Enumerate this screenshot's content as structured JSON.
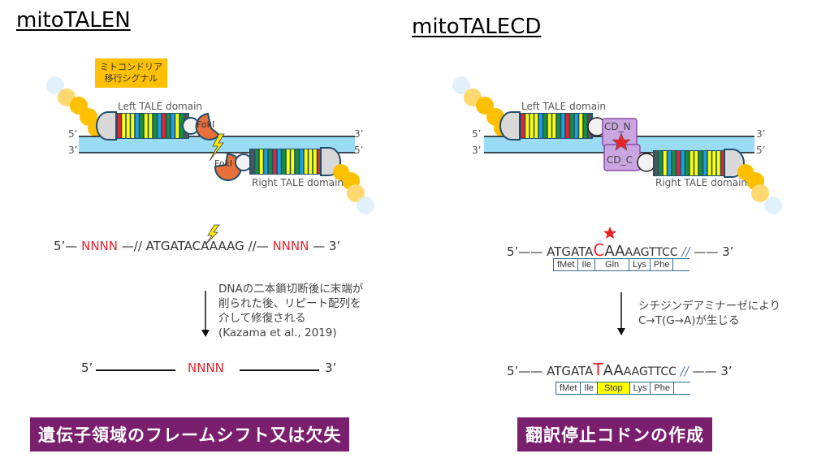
{
  "left_panel": {
    "title": "mitoTALEN",
    "callout": [
      "ミトコンドリア",
      "移行シグナル"
    ],
    "left_tale_label": "Left TALE domain",
    "right_tale_label": "Right TALE domain",
    "nuclease_label": "FokI",
    "strand_labels": {
      "top_left": "5’",
      "top_right": "3’",
      "bottom_left": "3’",
      "bottom_right": "5’"
    },
    "sequence_before": {
      "prefix": "5’—",
      "n1": "NNNN",
      "mid_left": "—//",
      "core_left": "ATGAT",
      "core_right": "ACAAAAG",
      "mid_right": "//—",
      "n2": "NNNN",
      "suffix": "— 3’"
    },
    "arrow_note": [
      "DNAの二本鎖切断後に末端が",
      "削られた後、リピート配列を",
      "介して修復される",
      "(Kazama et al., 2019)"
    ],
    "sequence_after": {
      "prefix": "5’",
      "n": "NNNN",
      "suffix": "3’"
    },
    "banner": "遺伝子領域のフレームシフト又は欠失"
  },
  "right_panel": {
    "title": "mitoTALECD",
    "left_tale_label": "Left TALE domain",
    "right_tale_label": "Right TALE domain",
    "cd_n_label": "CD_N",
    "cd_c_label": "CD_C",
    "strand_labels": {
      "top_left": "5’",
      "top_right": "3’",
      "bottom_left": "3’",
      "bottom_right": "5’"
    },
    "sequence_before": {
      "prefix": "5’——",
      "pre": "ATGATA",
      "mut": "C",
      "post": "AA",
      "tail": "AAGTTCC",
      "break": "//",
      "suffix": "—— 3’"
    },
    "codons_before": [
      "fMet",
      "Ile",
      "Gln",
      "Lys",
      "Phe"
    ],
    "arrow_note": [
      "シチジンデアミナーゼにより",
      "C→T(G→A)が生じる"
    ],
    "sequence_after": {
      "prefix": "5’——",
      "pre": "ATGATA",
      "mut": "T",
      "post": "AA",
      "tail": "AAGTTCC",
      "break": "//",
      "suffix": "—— 3’"
    },
    "codons_after": [
      "fMet",
      "Ile",
      "Stop",
      "Lys",
      "Phe"
    ],
    "banner": "翻訳停止コドンの作成"
  },
  "colors": {
    "dna_band": "#9adcf5",
    "signal_beads": "#ffc000",
    "fokI": "#e8703a",
    "cd_domain": "#c9a6e0",
    "banner": "#7a1f6e",
    "mutation": "#e8242b",
    "stop_highlight": "#ffff00",
    "repeat_colors": [
      "#e8242b",
      "#ffff00",
      "#ffff00",
      "#ffff00",
      "#1fa0dc",
      "#1a8f3c",
      "#ffff00",
      "#ffff00",
      "#1a8f3c",
      "#1fa0dc",
      "#e8242b",
      "#1a8f3c",
      "#1fa0dc",
      "#ffff00",
      "#1a8f3c",
      "#555555"
    ]
  }
}
